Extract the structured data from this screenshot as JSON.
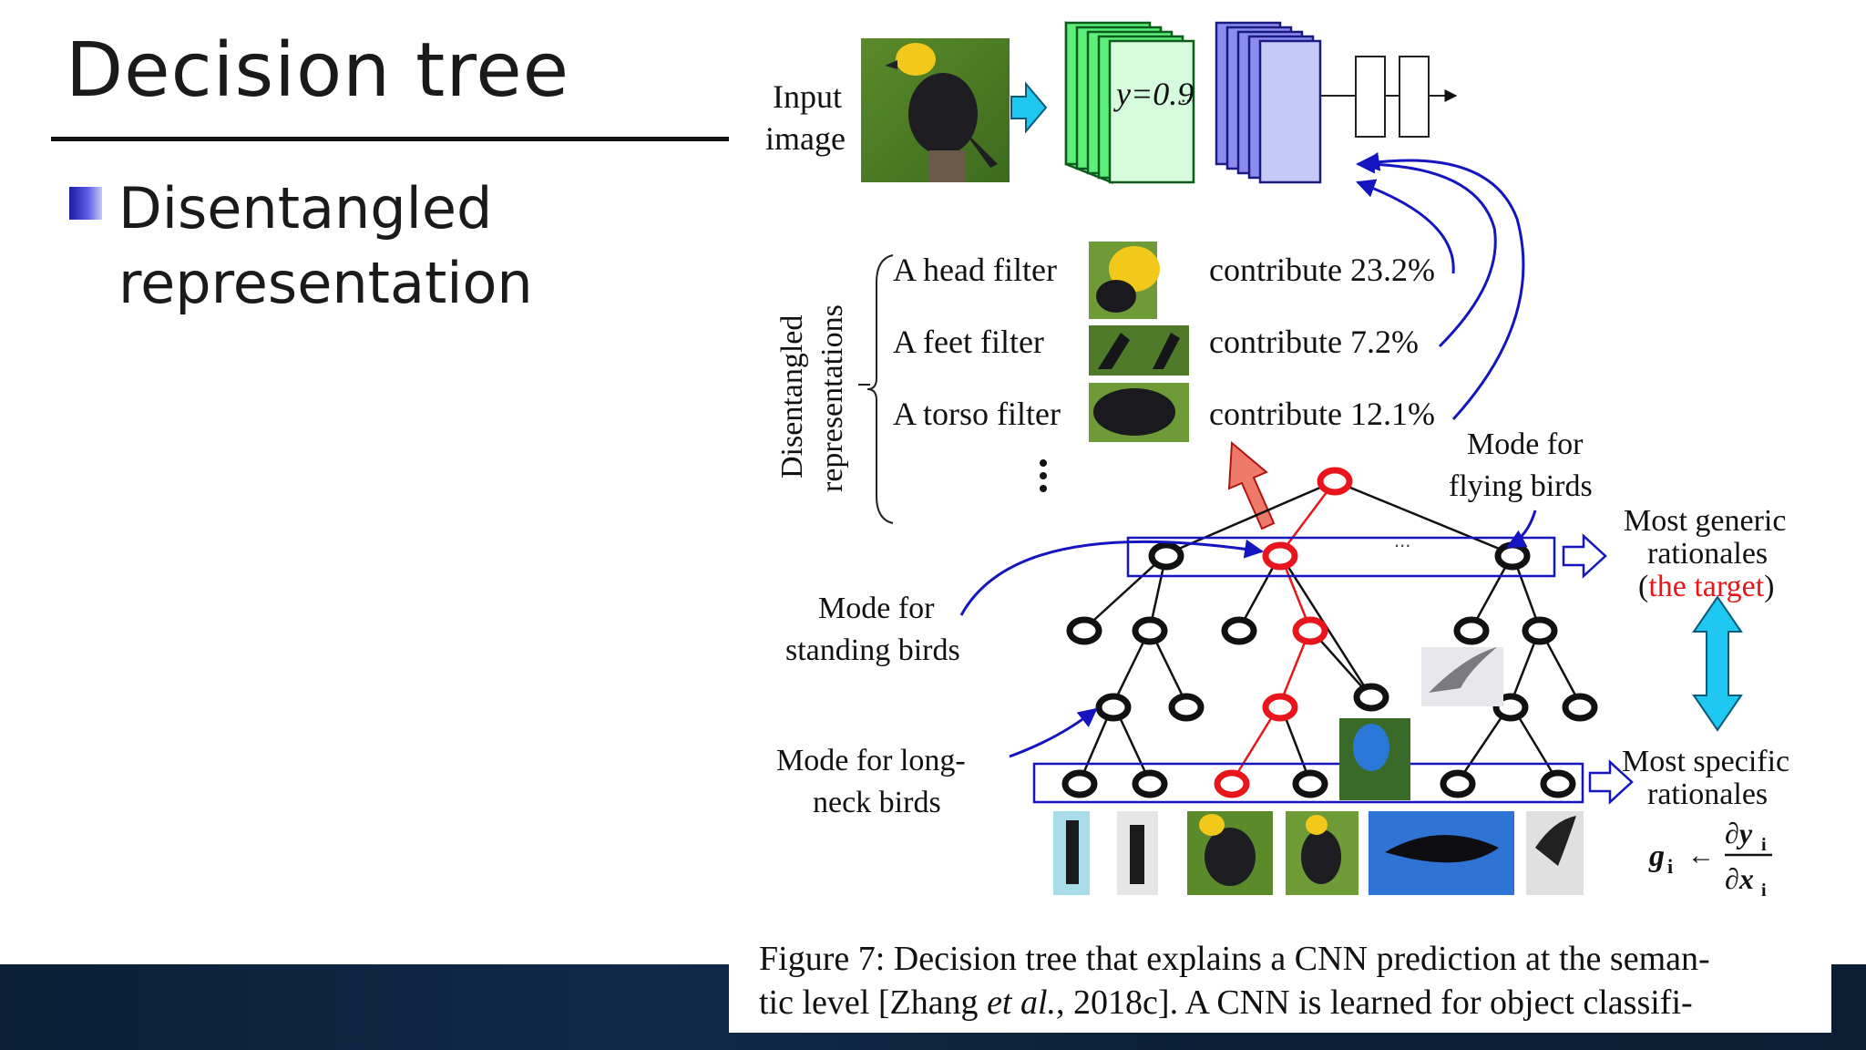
{
  "slide": {
    "title": "Decision tree",
    "bullet_line1": "Disentangled",
    "bullet_line2": "representation"
  },
  "figure": {
    "input_label_line1": "Input",
    "input_label_line2": "image",
    "output_label": "y=0.9",
    "dots": "...",
    "side_label_line1": "Disentangled",
    "side_label_line2": "representations",
    "filters": [
      {
        "name": "A head filter",
        "contribution": "contribute 23.2%"
      },
      {
        "name": "A feet filter",
        "contribution": "contribute 7.2%"
      },
      {
        "name": "A torso filter",
        "contribution": "contribute 12.1%"
      }
    ],
    "mode_flying_line1": "Mode for",
    "mode_flying_line2": "flying birds",
    "mode_standing_line1": "Mode for",
    "mode_standing_line2": "standing birds",
    "mode_longneck_line1": "Mode for long-",
    "mode_longneck_line2": "neck birds",
    "generic_line1": "Most generic",
    "generic_line2": "rationales",
    "generic_line3_open": "(",
    "generic_line3_target": "the target",
    "generic_line3_close": ")",
    "specific_line1": "Most specific",
    "specific_line2": "rationales",
    "formula_left": "g",
    "formula_sub": "i",
    "formula_arrow": "←",
    "formula_num": "∂y",
    "formula_den": "∂x",
    "colors": {
      "green_layer": "#5cf07a",
      "blue_layer": "#8a8cf0",
      "cyan_arrow": "#1ec8f0",
      "red": "#e8161c",
      "blue_curve": "#1515c0"
    }
  },
  "caption": {
    "line1": "Figure 7: Decision tree that explains a CNN prediction at the seman-",
    "line2_pre": "tic level [Zhang ",
    "line2_italic": "et al.",
    "line2_post": ", 2018c].  A CNN is learned for object classifi-"
  }
}
